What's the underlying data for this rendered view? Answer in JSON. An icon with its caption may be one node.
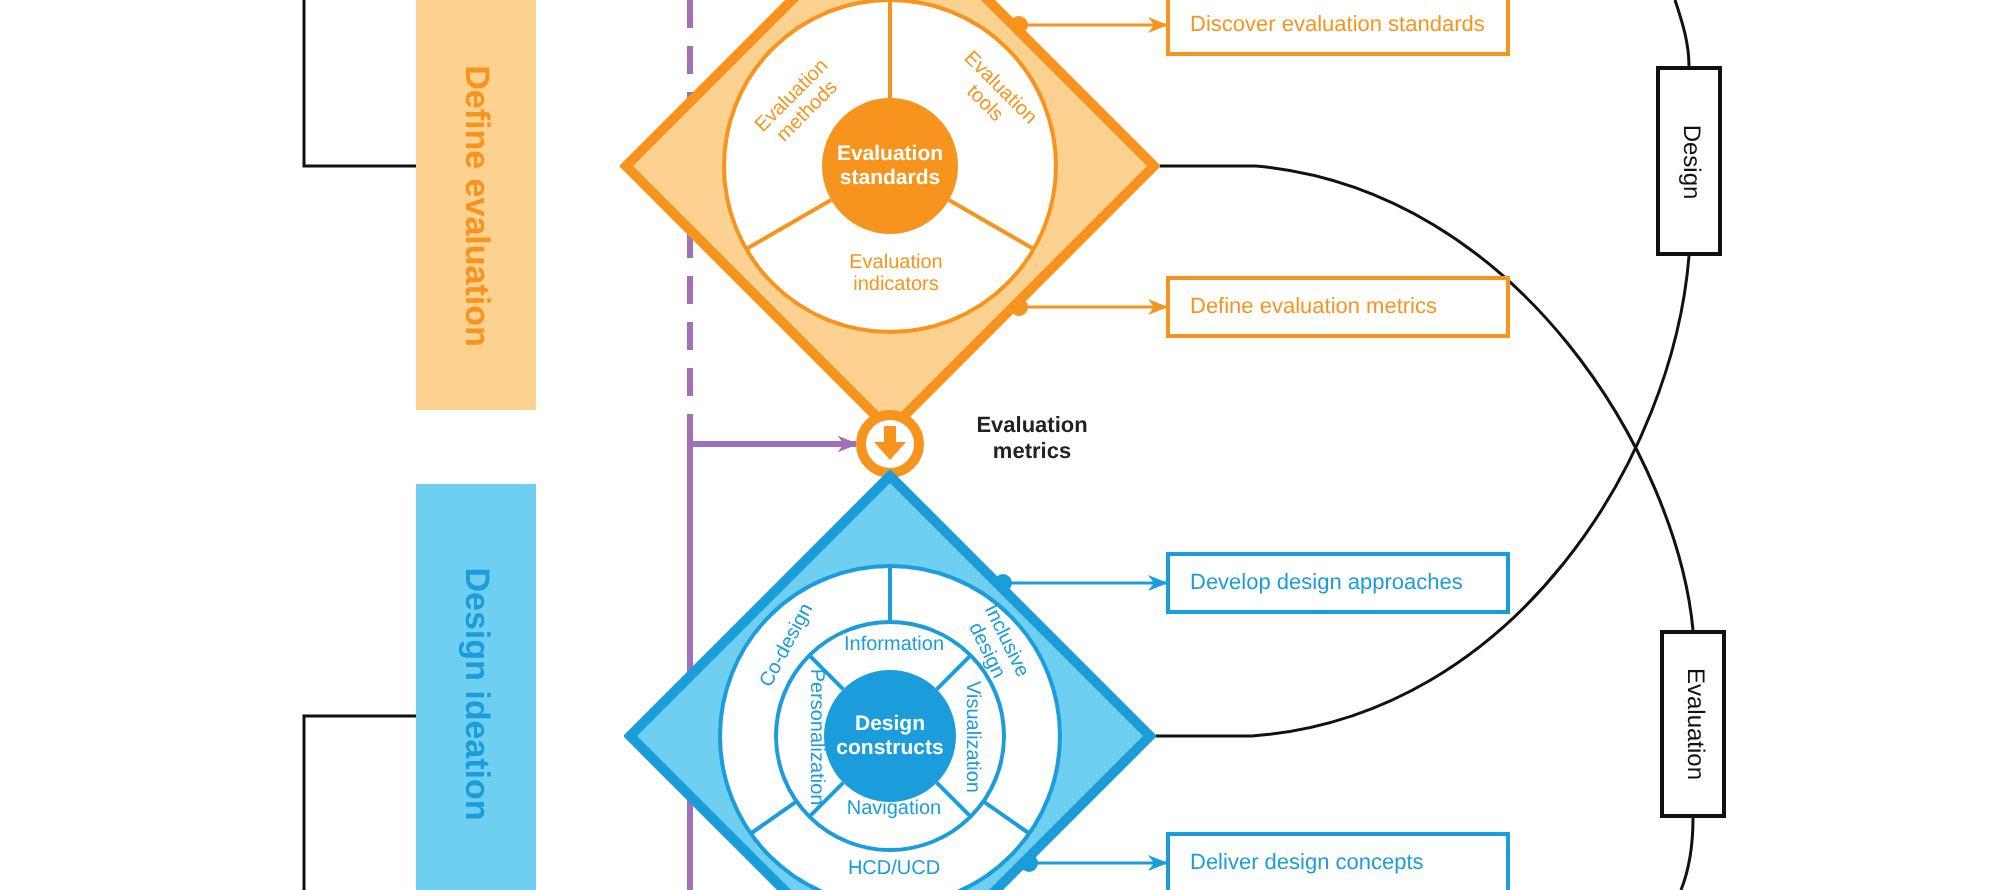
{
  "diagram": {
    "nodes": [
      {
        "text": [
          "Define evaluation"
        ]
      },
      {
        "text": [],
        "shape": "diamond"
      },
      {
        "text": [
          "Evaluation standards"
        ],
        "in": 1
      },
      {
        "text": [
          "Evaluation methods"
        ],
        "in": 1
      },
      {
        "text": [
          "Evaluation tools"
        ],
        "in": 1
      },
      {
        "text": [
          "Evaluation indicators"
        ],
        "in": 1
      },
      {
        "text": [
          "Discover evaluation standards"
        ]
      },
      {
        "text": [
          "Define evaluation metrics"
        ]
      },
      {
        "text": [],
        "shape": "circle",
        "beside": [
          "Evaluation metrics"
        ]
      },
      {
        "text": [
          "Design ideation"
        ]
      },
      {
        "text": [],
        "shape": "diamond"
      },
      {
        "text": [
          "Design constructs"
        ],
        "in": 10
      },
      {
        "text": [
          "Information"
        ],
        "in": 10
      },
      {
        "text": [
          "Personalization"
        ],
        "in": 10
      },
      {
        "text": [
          "Visualization"
        ],
        "in": 10
      },
      {
        "text": [
          "Navigation"
        ],
        "in": 10
      },
      {
        "text": [
          "Co-design"
        ],
        "in": 10
      },
      {
        "text": [
          "Inclusive design"
        ],
        "in": 10
      },
      {
        "text": [
          "HCD/UCD"
        ],
        "in": 10
      },
      {
        "text": [
          "Develop design approaches"
        ]
      },
      {
        "text": [
          "Deliver design concepts"
        ]
      },
      {
        "text": [
          "Design"
        ]
      },
      {
        "text": [
          "Evaluation"
        ]
      }
    ],
    "edges": [
      {
        "from": null,
        "to": 0,
        "arrow": "none"
      },
      {
        "from": null,
        "to": 9,
        "arrow": "none"
      },
      {
        "from": 1,
        "to": 6,
        "arrow": "to",
        "color": "#f7941d"
      },
      {
        "from": 1,
        "to": 7,
        "arrow": "to",
        "color": "#f7941d"
      },
      {
        "from": 10,
        "to": 19,
        "arrow": "to",
        "color": "#1b9ddb"
      },
      {
        "from": 10,
        "to": 20,
        "arrow": "to",
        "color": "#1b9ddb"
      },
      {
        "from": null,
        "to": 8,
        "arrow": "to",
        "style": "dashed",
        "color": "#a070b8"
      },
      {
        "from": null,
        "to": 8,
        "arrow": "to",
        "style": "thick",
        "color": "#a070b8"
      },
      {
        "from": 1,
        "to": 22,
        "arrow": "none"
      },
      {
        "from": 10,
        "to": 21,
        "arrow": "none"
      },
      {
        "from": null,
        "to": 21,
        "arrow": "none"
      },
      {
        "from": 22,
        "to": null,
        "arrow": "none"
      }
    ]
  }
}
